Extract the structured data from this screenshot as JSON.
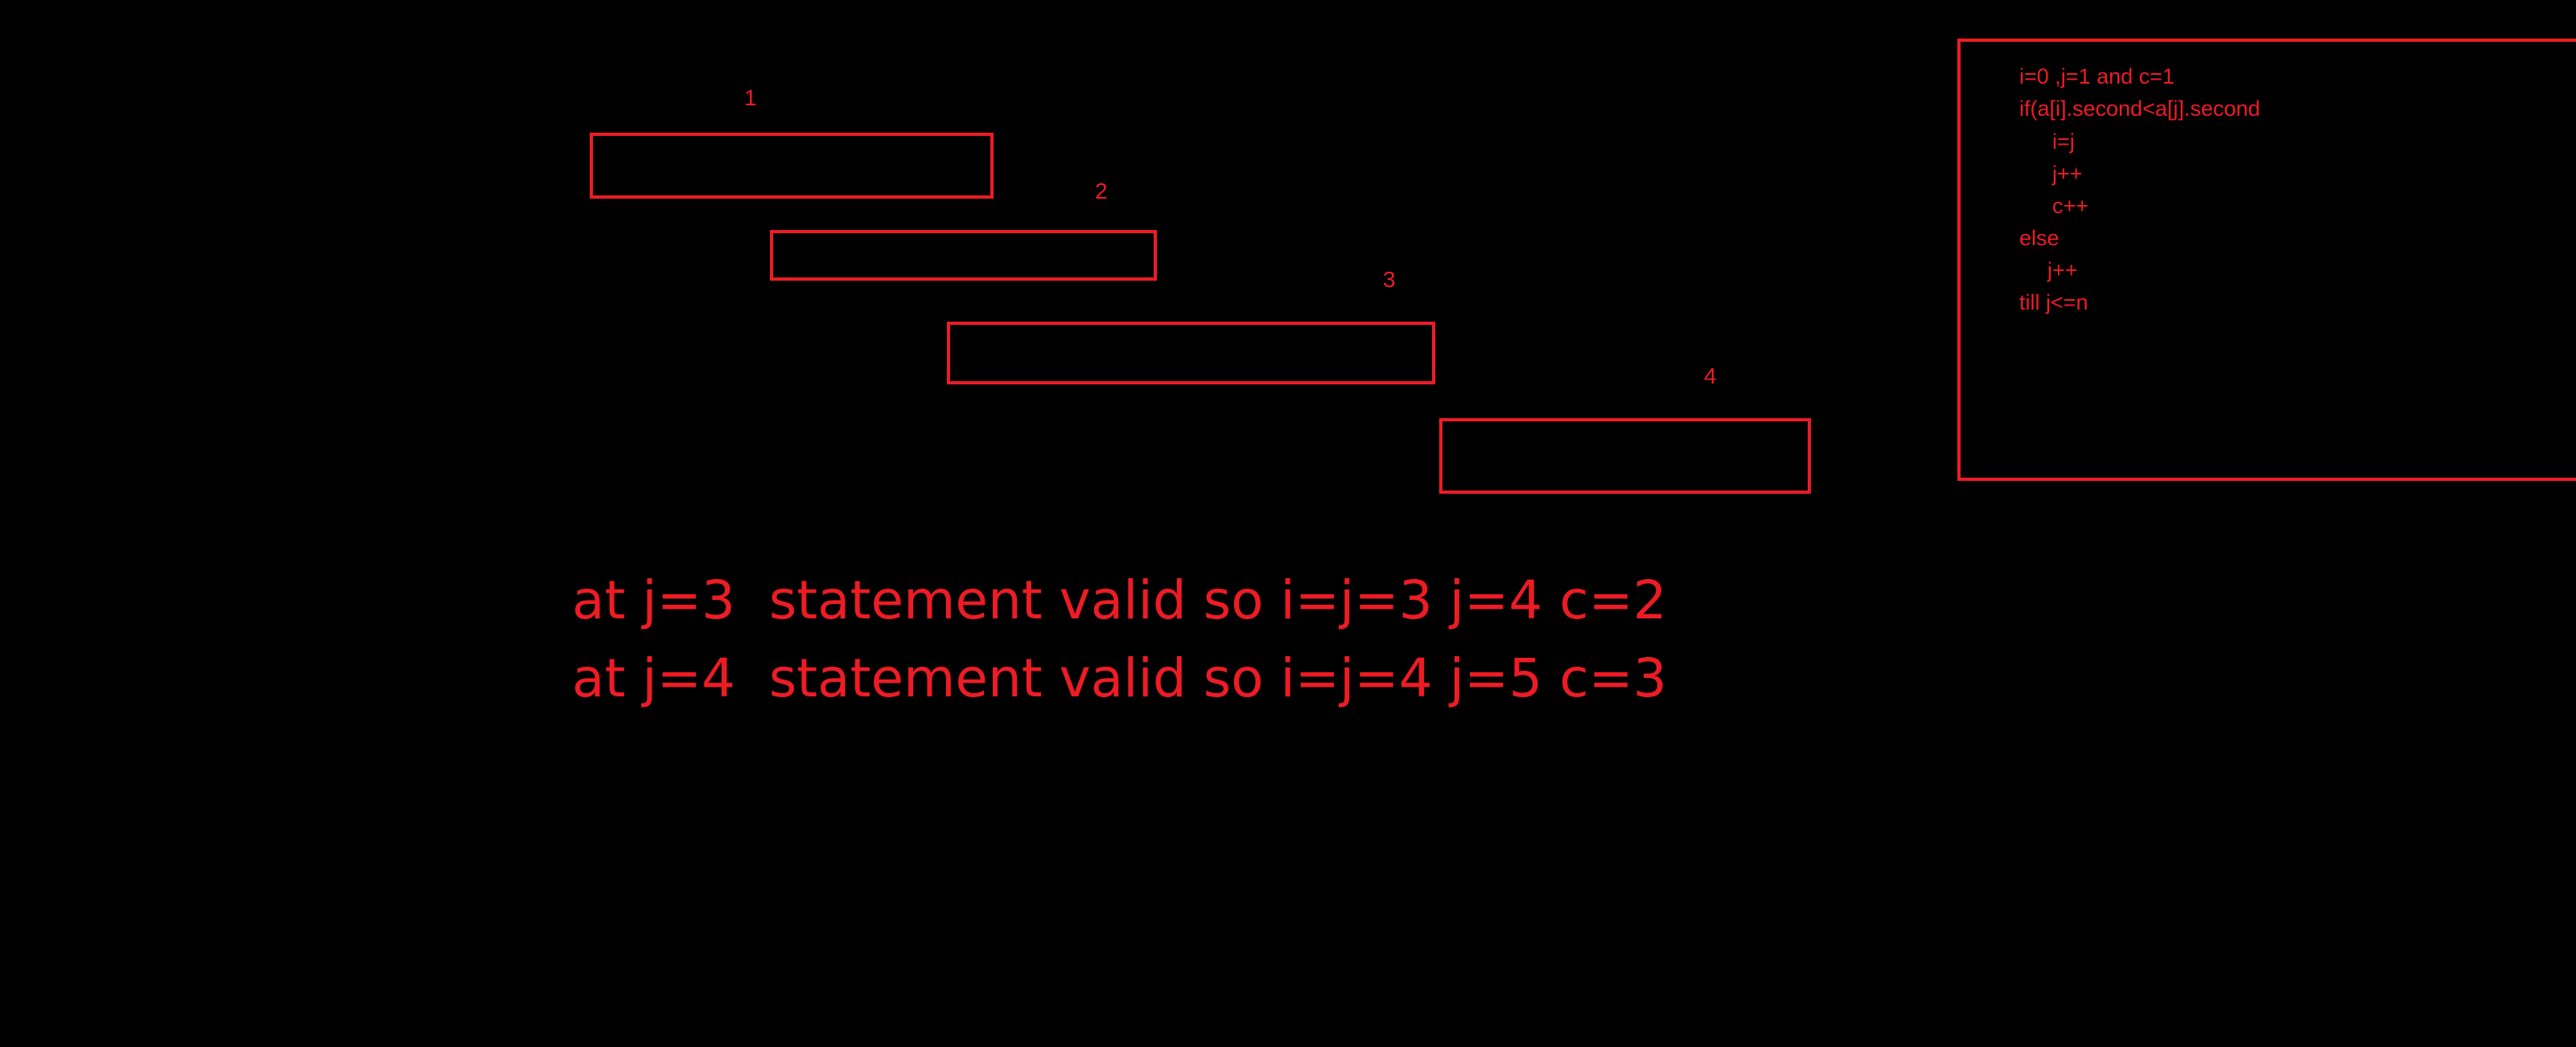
{
  "colors": {
    "background": "#000000",
    "accent": "#ed1c24"
  },
  "intervals": [
    {
      "label": "1"
    },
    {
      "label": "2"
    },
    {
      "label": "3"
    },
    {
      "label": "4"
    }
  ],
  "code_panel": {
    "lines": [
      "i=0 ,j=1 and c=1",
      "if(a[i].second<a[j].second",
      "i=j",
      "j++",
      "c++",
      "else",
      "j++",
      "till j<=n"
    ]
  },
  "explanation": {
    "lines": [
      "at j=3  statement valid so i=j=3 j=4 c=2",
      "at j=4  statement valid so i=j=4 j=5 c=3"
    ]
  }
}
